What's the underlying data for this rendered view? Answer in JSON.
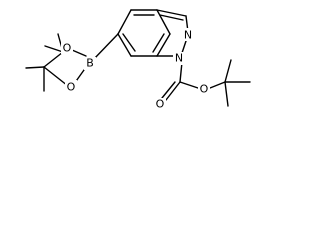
{
  "molecule": {
    "atom_labels": {
      "nitrogen_ring": "N",
      "nitrogen_substituted": "N",
      "boron": "B",
      "oxygen_upper": "O",
      "oxygen_lower": "O",
      "oxygen_carbonyl": "O",
      "oxygen_ester": "O"
    }
  }
}
